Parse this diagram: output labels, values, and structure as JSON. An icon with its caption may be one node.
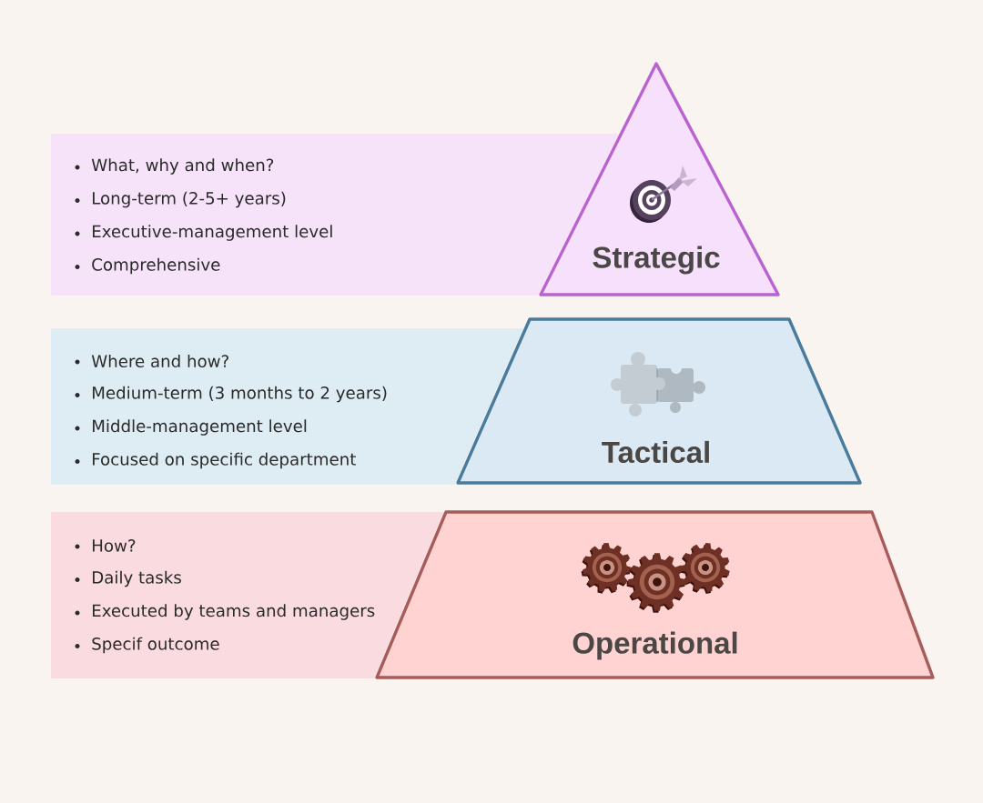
{
  "diagram": {
    "nodes": [
      {
        "text": [
          "What, why and when?",
          "Long-term (2-5+ years)",
          "Executive-management level",
          "Comprehensive"
        ]
      },
      {
        "text": [
          "Strategic"
        ]
      },
      {
        "text": [
          "Where and how?",
          "Medium-term (3 months to 2 years)",
          "Middle-management level",
          "Focused on specific department"
        ]
      },
      {
        "text": [
          "Tactical"
        ]
      },
      {
        "text": [
          "How?",
          "Daily tasks",
          "Executed by teams and managers",
          "Specif outcome"
        ]
      },
      {
        "text": [
          "Operational"
        ]
      }
    ]
  }
}
